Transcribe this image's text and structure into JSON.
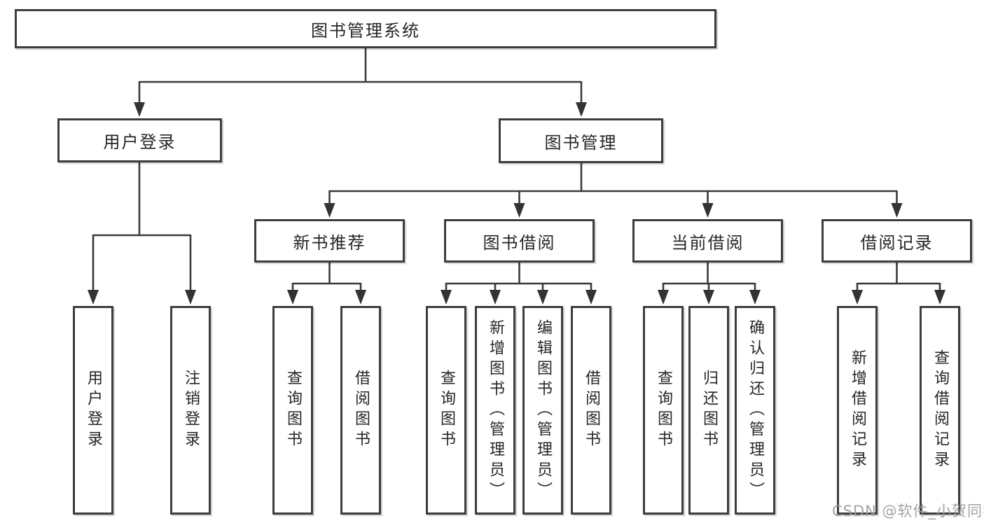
{
  "diagram": {
    "root": {
      "label": "图书管理系统"
    },
    "branches": [
      {
        "label": "用户登录",
        "children": [
          {
            "label": "用户登录"
          },
          {
            "label": "注销登录"
          }
        ]
      },
      {
        "label": "图书管理",
        "children": [
          {
            "label": "新书推荐",
            "children": [
              {
                "label": "查询图书"
              },
              {
                "label": "借阅图书"
              }
            ]
          },
          {
            "label": "图书借阅",
            "children": [
              {
                "label": "查询图书"
              },
              {
                "label": "新增图书（管理员）"
              },
              {
                "label": "编辑图书（管理员）"
              },
              {
                "label": "借阅图书"
              }
            ]
          },
          {
            "label": "当前借阅",
            "children": [
              {
                "label": "查询图书"
              },
              {
                "label": "归还图书"
              },
              {
                "label": "确认归还（管理员）"
              }
            ]
          },
          {
            "label": "借阅记录",
            "children": [
              {
                "label": "新增借阅记录"
              },
              {
                "label": "查询借阅记录"
              }
            ]
          }
        ]
      }
    ]
  },
  "watermark": "CSDN @软件_小贺同学",
  "colors": {
    "background": "#ffffff",
    "box_fill": "#ffffff",
    "box_border": "#3d3d3d",
    "line": "#3a3a3a",
    "text": "#262626",
    "watermark": "#9b9b9b"
  }
}
